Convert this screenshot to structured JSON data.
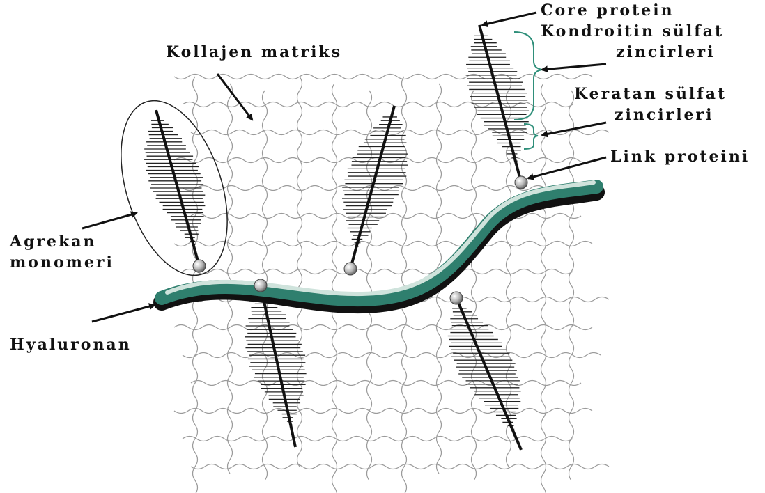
{
  "labels": {
    "core_protein": "Core protein",
    "kondroitin_line1": "Kondroitin sülfat",
    "kondroitin_line2": "zincirleri",
    "kollajen": "Kollajen matriks",
    "keratan_line1": "Keratan sülfat",
    "keratan_line2": "zincirleri",
    "link_protein": "Link proteini",
    "agrekan_line1": "Agrekan",
    "agrekan_line2": "monomeri",
    "hyaluronan": "Hyaluronan"
  },
  "colors": {
    "hyaluronan_fill": "#2f7f6e",
    "hyaluronan_highlight": "#cfe3dc",
    "hyaluronan_shadow": "#111111",
    "collagen_fibers": "#9a9a9a",
    "gag_chains": "#222222",
    "brace": "#2f8f7a"
  }
}
